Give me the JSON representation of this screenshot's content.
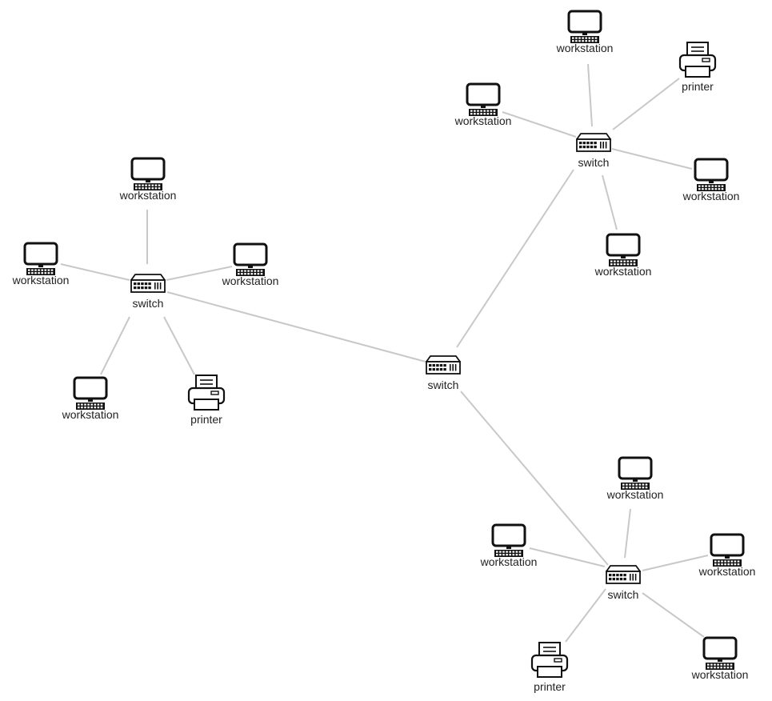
{
  "diagram": {
    "nodes": [
      {
        "id": "sw-center",
        "type": "switch",
        "label": "switch"
      },
      {
        "id": "sw-left",
        "type": "switch",
        "label": "switch"
      },
      {
        "id": "sw-top",
        "type": "switch",
        "label": "switch"
      },
      {
        "id": "sw-bottom",
        "type": "switch",
        "label": "switch"
      },
      {
        "id": "ws-l1",
        "type": "workstation",
        "label": "workstation"
      },
      {
        "id": "ws-l2",
        "type": "workstation",
        "label": "workstation"
      },
      {
        "id": "ws-l3",
        "type": "workstation",
        "label": "workstation"
      },
      {
        "id": "ws-l4",
        "type": "workstation",
        "label": "workstation"
      },
      {
        "id": "pr-l",
        "type": "printer",
        "label": "printer"
      },
      {
        "id": "ws-t1",
        "type": "workstation",
        "label": "workstation"
      },
      {
        "id": "ws-t2",
        "type": "workstation",
        "label": "workstation"
      },
      {
        "id": "ws-t3",
        "type": "workstation",
        "label": "workstation"
      },
      {
        "id": "ws-t4",
        "type": "workstation",
        "label": "workstation"
      },
      {
        "id": "pr-t",
        "type": "printer",
        "label": "printer"
      },
      {
        "id": "ws-b1",
        "type": "workstation",
        "label": "workstation"
      },
      {
        "id": "ws-b2",
        "type": "workstation",
        "label": "workstation"
      },
      {
        "id": "ws-b3",
        "type": "workstation",
        "label": "workstation"
      },
      {
        "id": "ws-b4",
        "type": "workstation",
        "label": "workstation"
      },
      {
        "id": "pr-b",
        "type": "printer",
        "label": "printer"
      }
    ],
    "edges": [
      [
        "sw-center",
        "sw-left"
      ],
      [
        "sw-center",
        "sw-top"
      ],
      [
        "sw-center",
        "sw-bottom"
      ],
      [
        "sw-left",
        "ws-l1"
      ],
      [
        "sw-left",
        "ws-l2"
      ],
      [
        "sw-left",
        "ws-l3"
      ],
      [
        "sw-left",
        "ws-l4"
      ],
      [
        "sw-left",
        "pr-l"
      ],
      [
        "sw-top",
        "ws-t1"
      ],
      [
        "sw-top",
        "ws-t2"
      ],
      [
        "sw-top",
        "ws-t3"
      ],
      [
        "sw-top",
        "ws-t4"
      ],
      [
        "sw-top",
        "pr-t"
      ],
      [
        "sw-bottom",
        "ws-b1"
      ],
      [
        "sw-bottom",
        "ws-b2"
      ],
      [
        "sw-bottom",
        "ws-b3"
      ],
      [
        "sw-bottom",
        "ws-b4"
      ],
      [
        "sw-bottom",
        "pr-b"
      ]
    ]
  }
}
